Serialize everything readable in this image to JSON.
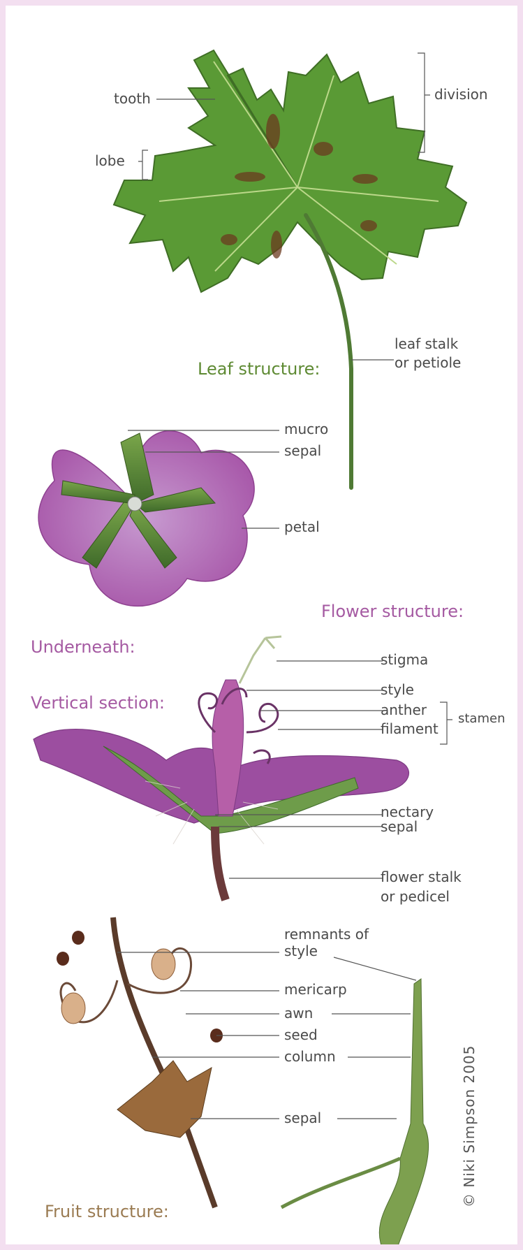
{
  "headings": {
    "leaf": "Leaf structure:",
    "flower": "Flower structure:",
    "underneath": "Underneath:",
    "vertical": "Vertical section:",
    "fruit": "Fruit structure:"
  },
  "leaf_labels": {
    "tooth": "tooth",
    "lobe": "lobe",
    "division": "division",
    "stalk_1": "leaf stalk",
    "stalk_2": "or petiole"
  },
  "flower_labels": {
    "mucro": "mucro",
    "sepal": "sepal",
    "petal": "petal"
  },
  "section_labels": {
    "stigma": "stigma",
    "style": "style",
    "anther": "anther",
    "filament": "filament",
    "stamen": "stamen",
    "nectary": "nectary",
    "sepal": "sepal",
    "pedicel_1": "flower stalk",
    "pedicel_2": "or pedicel"
  },
  "fruit_labels": {
    "remnants_1": "remnants of",
    "remnants_2": "style",
    "mericarp": "mericarp",
    "awn": "awn",
    "seed": "seed",
    "column": "column",
    "sepal": "sepal"
  },
  "credit": "© Niki Simpson 2005",
  "colors": {
    "border": "#f3dff0",
    "leaf": "#5e8a33",
    "petal": "#a55aa2",
    "fruit_heading": "#9a7b52"
  }
}
